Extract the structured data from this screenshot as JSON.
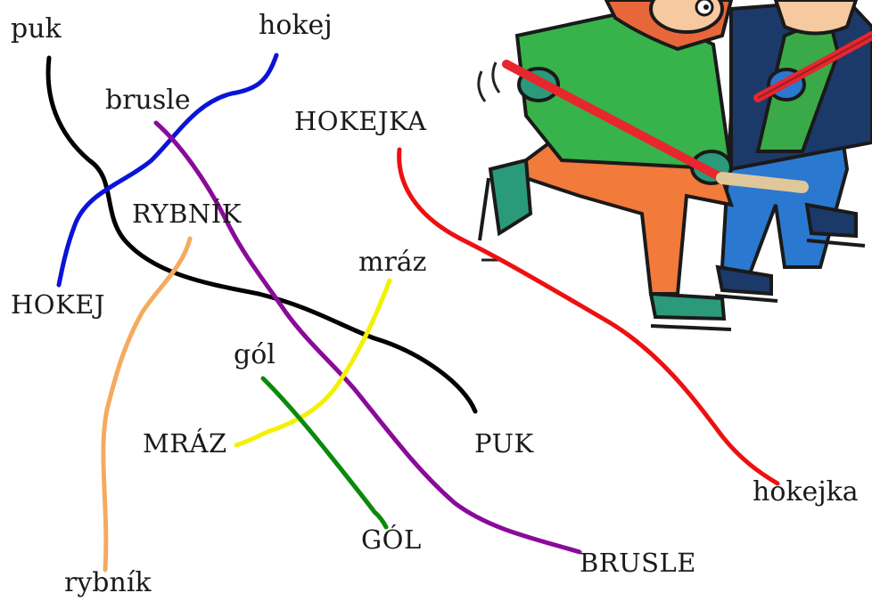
{
  "words": {
    "puk": "puk",
    "hokej": "hokej",
    "brusle": "brusle",
    "hokejka_caps": "HOKEJKA",
    "rybnik_caps": "RYBNÍK",
    "mraz": "mráz",
    "hokej_caps": "HOKEJ",
    "gol": "gól",
    "mraz_caps": "MRÁZ",
    "puk_caps": "PUK",
    "hokejka": "hokejka",
    "gol_caps": "GÓL",
    "brusle_caps": "BRUSLE",
    "rybnik": "rybník"
  },
  "matching_lines": [
    {
      "from": "puk",
      "to": "PUK",
      "color": "#000000"
    },
    {
      "from": "hokej",
      "to": "HOKEJ",
      "color": "#0a14d8"
    },
    {
      "from": "brusle",
      "to": "BRUSLE",
      "color": "#8a0a9a"
    },
    {
      "from": "HOKEJKA",
      "to": "hokejka",
      "color": "#ee1010"
    },
    {
      "from": "RYBNÍK",
      "to": "rybník",
      "color": "#f5ab5f"
    },
    {
      "from": "mráz",
      "to": "MRÁZ",
      "color": "#f2f200"
    },
    {
      "from": "gól",
      "to": "GÓL",
      "color": "#0a8a0a"
    }
  ],
  "illustration": {
    "icon": "hockey-kids-skating-illustration",
    "colors": {
      "jacket_left": "#38b24a",
      "pants_left": "#f27a3a",
      "hair": "#e8673a",
      "jacket_right": "#1b3a6a",
      "pants_right": "#2a78d0",
      "scarf": "#3aaa48",
      "stick": "#e8262e",
      "skate_blade": "#cfd8dc"
    }
  }
}
